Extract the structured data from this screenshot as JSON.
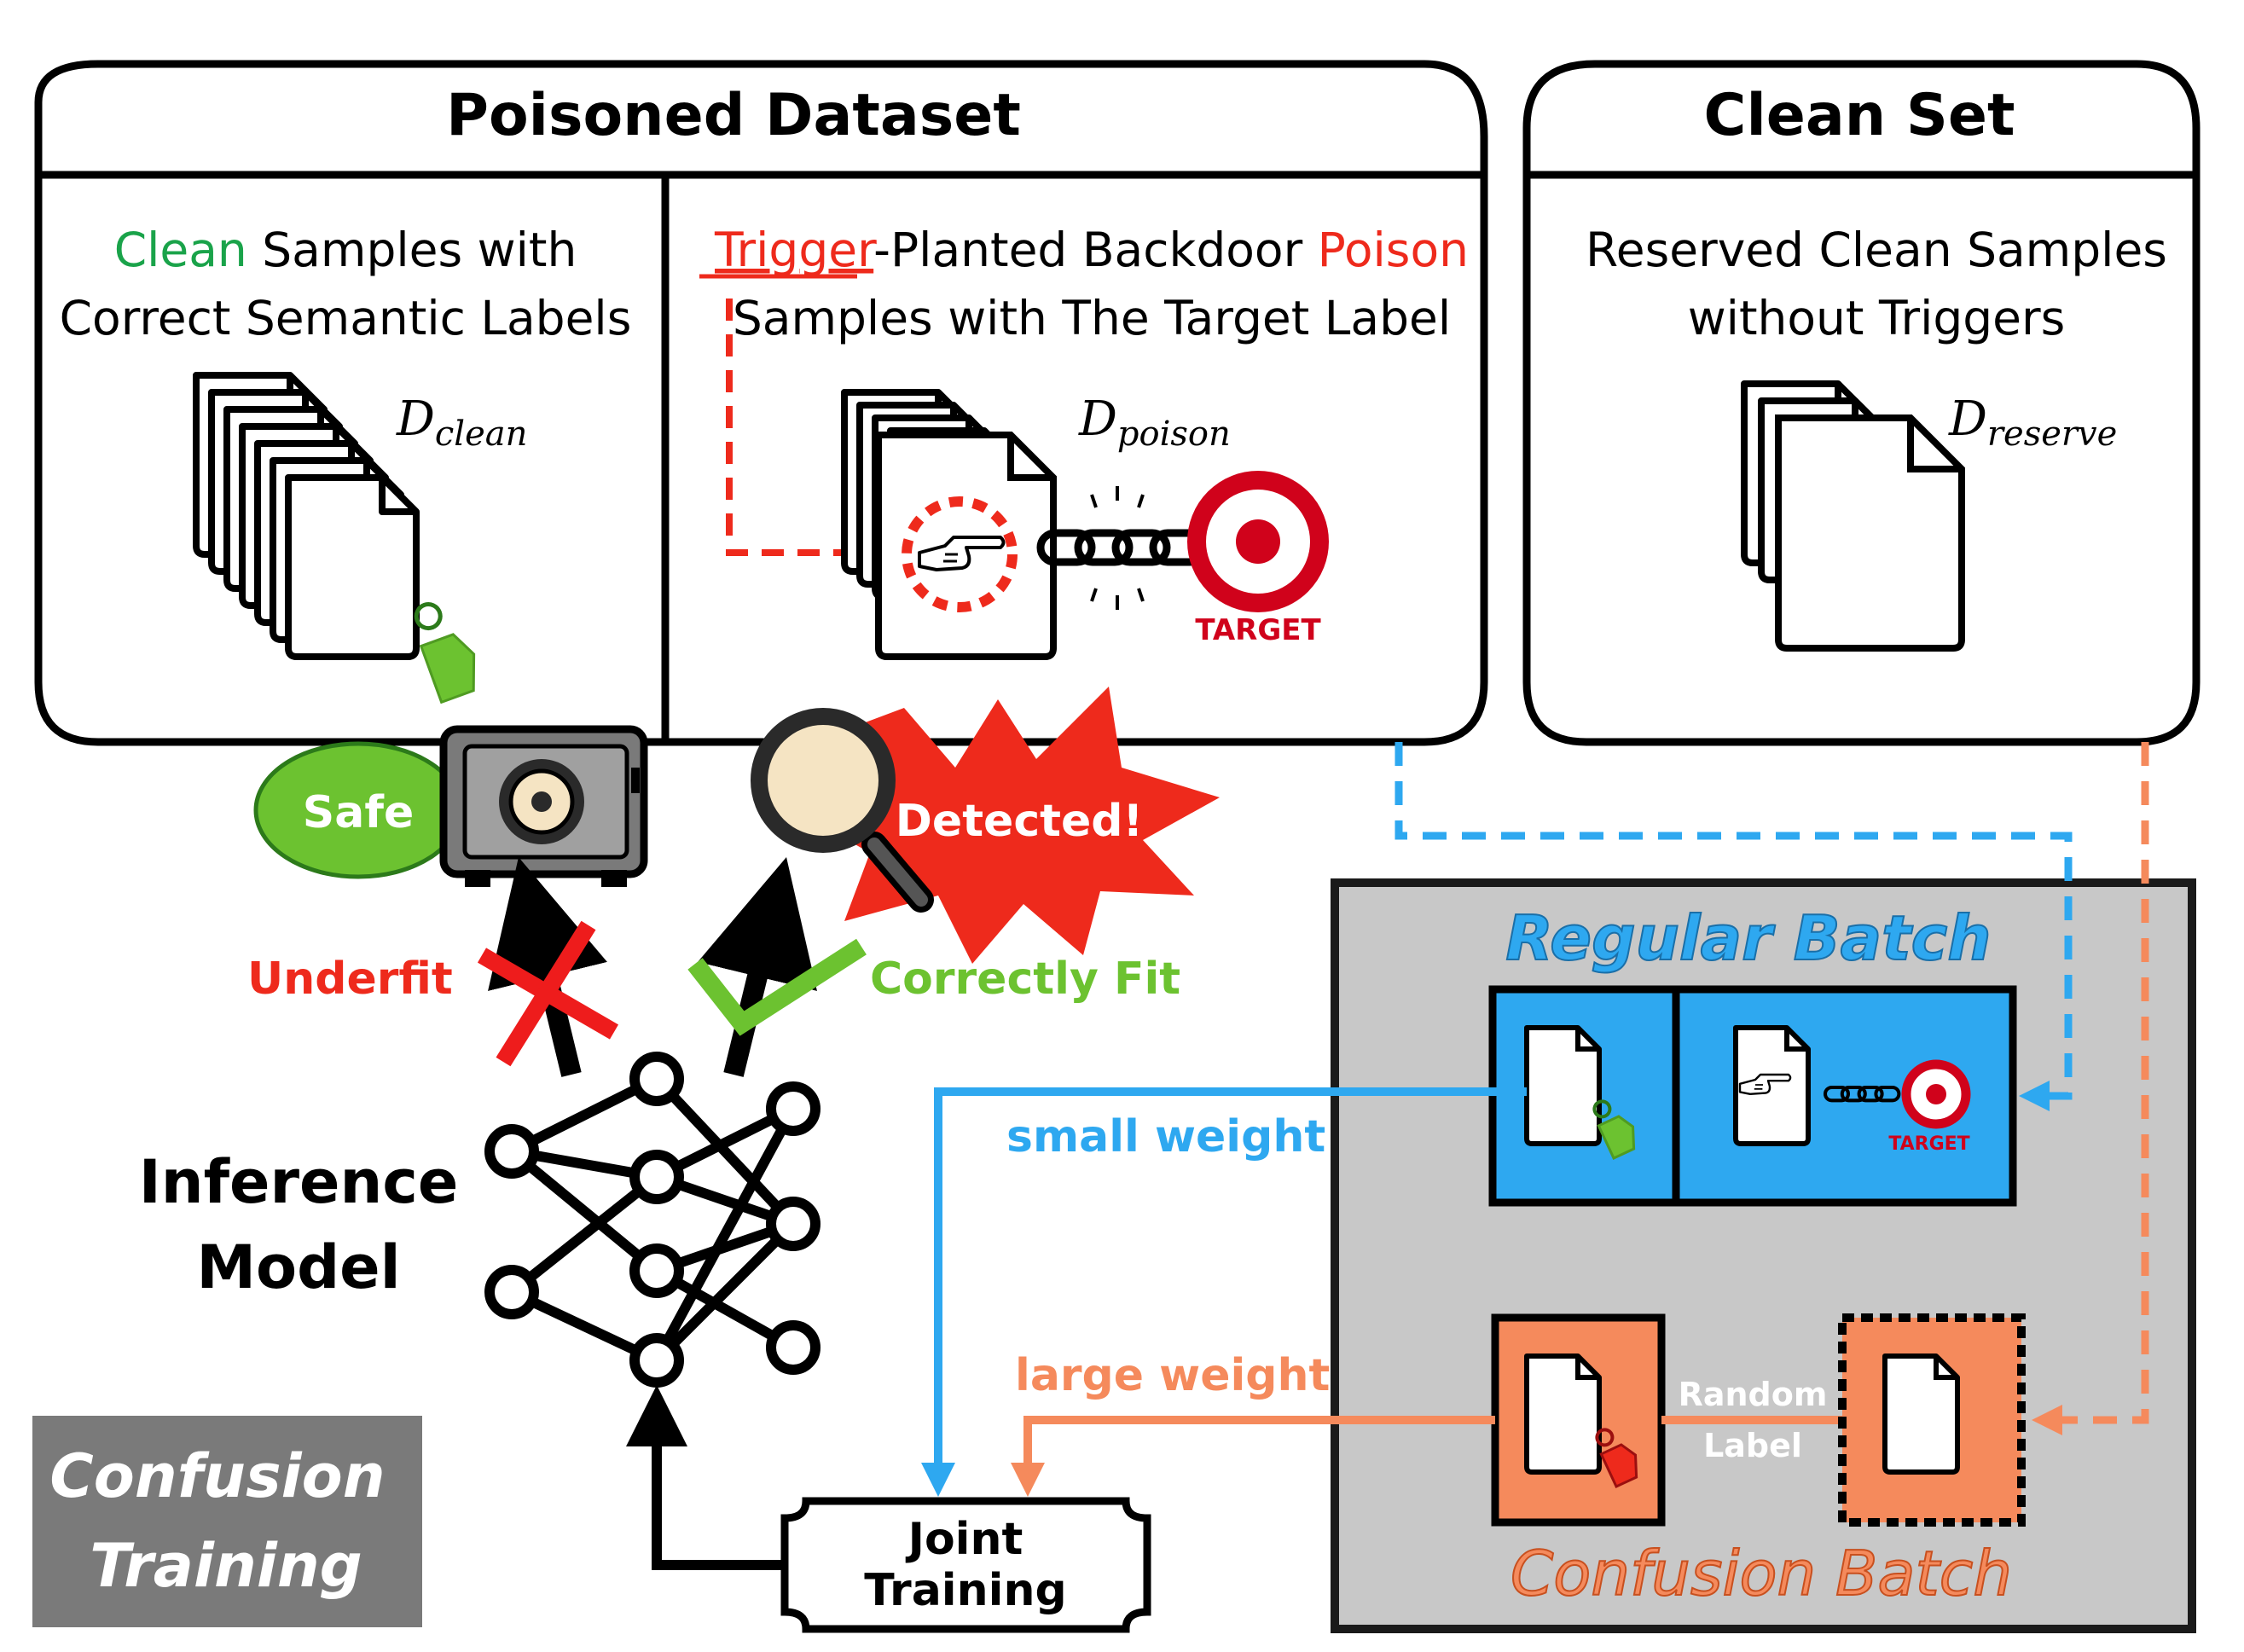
{
  "poisoned_dataset": {
    "title": "Poisoned Dataset",
    "clean_panel": {
      "line1_highlight": "Clean",
      "line1_rest": " Samples with",
      "line2": "Correct Semantic Labels",
      "set_symbol": "D",
      "set_subscript": "clean"
    },
    "poison_panel": {
      "line1_trigger": "Trigger",
      "line1_mid": "-Planted Backdoor ",
      "line1_poison": "Poison",
      "line2": "Samples with The Target Label",
      "set_symbol": "D",
      "set_subscript": "poison",
      "target_label": "TARGET"
    }
  },
  "clean_set": {
    "title": "Clean Set",
    "line1": "Reserved Clean Samples",
    "line2": "without Triggers",
    "set_symbol": "D",
    "set_subscript": "reserve"
  },
  "outcomes": {
    "safe_label": "Safe",
    "detected_label": "Detected!",
    "underfit_label": "Underfit",
    "correct_fit_label": "Correctly Fit"
  },
  "model": {
    "line1": "Inference",
    "line2": "Model"
  },
  "batches": {
    "regular_title": "Regular Batch",
    "regular_target_label": "TARGET",
    "confusion_title": "Confusion Batch",
    "random_label_line1": "Random",
    "random_label_line2": "Label"
  },
  "weights": {
    "small": "small weight",
    "large": "large weight"
  },
  "joint_training": {
    "line1": "Joint",
    "line2": "Training"
  },
  "corner_tag": {
    "line1": "Confusion",
    "line2": "Training"
  },
  "colors": {
    "clean_green": "#1aa34a",
    "poison_red": "#ee2a1c",
    "blue": "#2ea8f0",
    "orange": "#f58a5c",
    "fit_green": "#6cc230",
    "gray_panel": "#c8c8c8",
    "tag_gray": "#7a7a7a"
  }
}
